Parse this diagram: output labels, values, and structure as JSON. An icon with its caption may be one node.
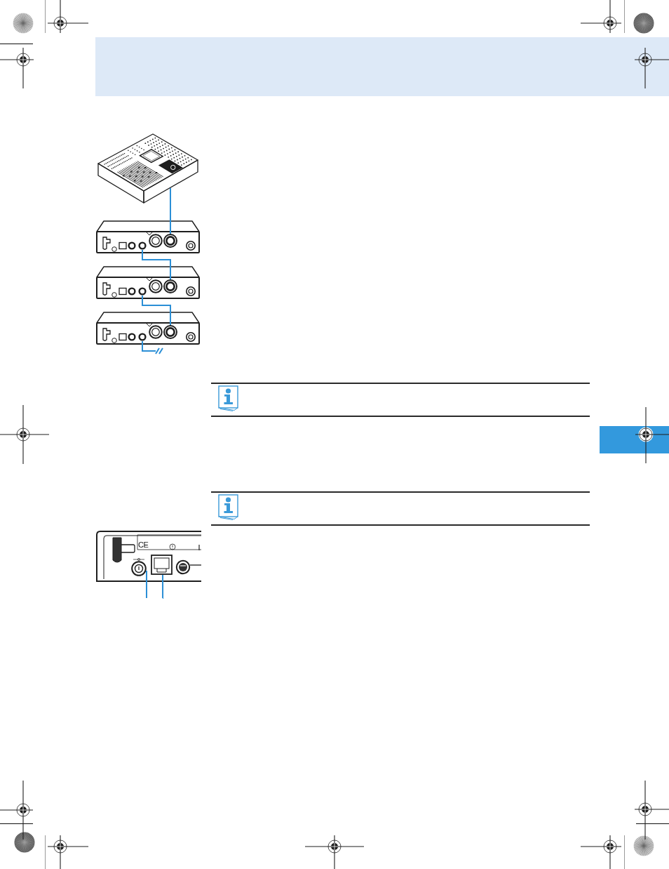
{
  "diagram": {
    "nodes": [
      {
        "text": [],
        "shape": "bar"
      },
      {
        "text": [],
        "shape": "picture"
      },
      {
        "text": [],
        "shape": "picture"
      },
      {
        "text": [],
        "shape": "circle",
        "in": 2
      },
      {
        "text": [],
        "shape": "circle",
        "in": 2
      },
      {
        "text": [],
        "shape": "circle",
        "in": 2
      },
      {
        "text": [],
        "shape": "circle",
        "in": 2
      },
      {
        "text": [],
        "shape": "picture"
      },
      {
        "text": [],
        "shape": "circle",
        "in": 7
      },
      {
        "text": [],
        "shape": "circle",
        "in": 7
      },
      {
        "text": [],
        "shape": "circle",
        "in": 7
      },
      {
        "text": [],
        "shape": "circle",
        "in": 7
      },
      {
        "text": [],
        "shape": "picture"
      },
      {
        "text": [],
        "shape": "circle",
        "in": 12
      },
      {
        "text": [],
        "shape": "circle",
        "in": 12
      },
      {
        "text": [],
        "shape": "circle",
        "in": 12
      },
      {
        "text": [],
        "shape": "circle",
        "in": 12
      },
      {
        "text": [],
        "shape": "bar"
      },
      {
        "text": [],
        "shape": "picture"
      },
      {
        "text": [],
        "shape": "circle",
        "in": 18
      },
      {
        "text": [],
        "shape": "box",
        "in": 18
      },
      {
        "text": [],
        "shape": "circle",
        "in": 18
      }
    ],
    "edges": [
      {
        "from": 1,
        "to": 6,
        "arrow": "none"
      },
      {
        "from": 4,
        "to": 11,
        "arrow": "none"
      },
      {
        "from": 9,
        "to": 16,
        "arrow": "none"
      },
      {
        "from": 14,
        "to": null,
        "arrow": "none"
      },
      {
        "from": null,
        "to": 19,
        "arrow": "none"
      },
      {
        "from": null,
        "to": 20,
        "arrow": "none"
      },
      {
        "from": 21,
        "to": null,
        "arrow": "none",
        "color": "#1e1e1e"
      }
    ],
    "labels": [
      "CE"
    ]
  }
}
